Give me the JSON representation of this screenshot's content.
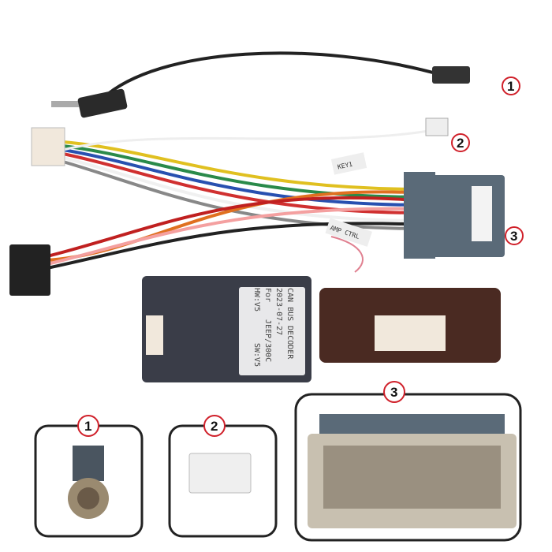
{
  "callouts": {
    "one": "1",
    "two": "2",
    "three": "3"
  },
  "wire_tags": {
    "key": "KEY1",
    "amp": "AMP CTRL"
  },
  "decoder_label": {
    "title": "CAN BUS DECODER",
    "date": "2023-07-27",
    "for_label": "For",
    "model": "JEEP/300C",
    "hw": "HW:V5",
    "sw": "SW:V5"
  },
  "colors": {
    "callout_ring": "#d0202a",
    "connector_grey": "#5a6a78",
    "decoder_body": "#3a3d48",
    "zoom_frame": "#222222"
  }
}
